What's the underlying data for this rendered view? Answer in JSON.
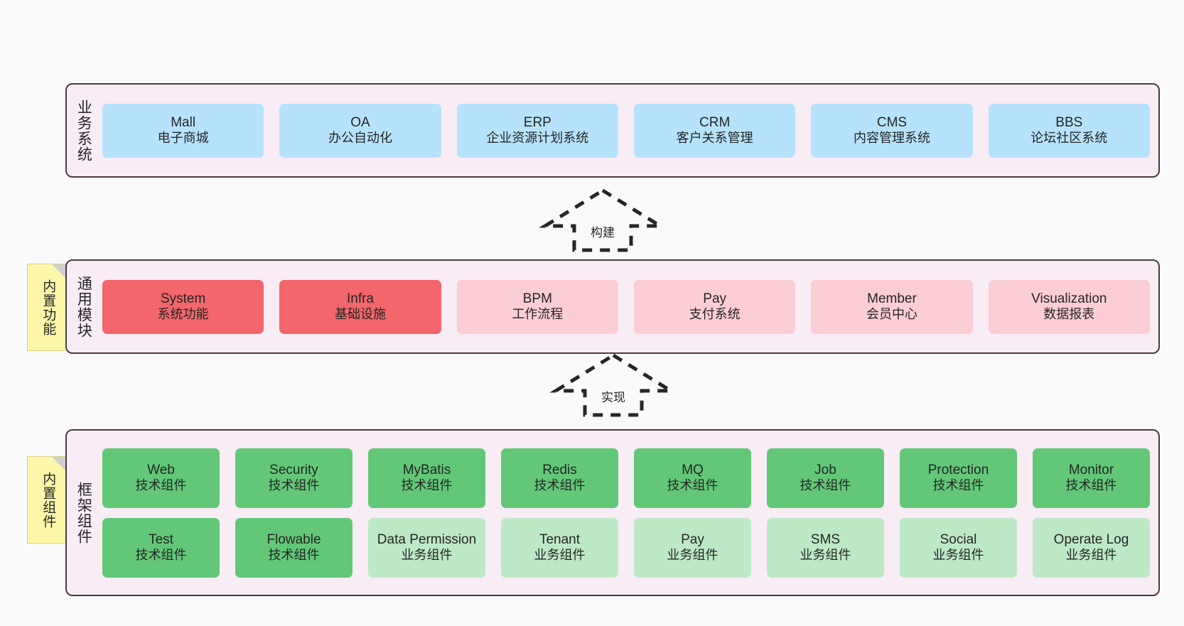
{
  "diagram": {
    "background_color": "#fafafa",
    "layer_fill": "#f8ecf5",
    "layer_border": "#4a3b43",
    "note_fill": "#fcf7a8"
  },
  "layers": [
    {
      "id": "business",
      "title": "业务系统",
      "rows": [
        [
          {
            "en": "Mall",
            "cn": "电子商城",
            "color": "#b6e3fb"
          },
          {
            "en": "OA",
            "cn": "办公自动化",
            "color": "#b6e3fb"
          },
          {
            "en": "ERP",
            "cn": "企业资源计划系统",
            "color": "#b6e3fb"
          },
          {
            "en": "CRM",
            "cn": "客户关系管理",
            "color": "#b6e3fb"
          },
          {
            "en": "CMS",
            "cn": "内容管理系统",
            "color": "#b6e3fb"
          },
          {
            "en": "BBS",
            "cn": "论坛社区系统",
            "color": "#b6e3fb"
          }
        ]
      ]
    },
    {
      "id": "common",
      "title": "通用模块",
      "note": "内置功能",
      "rows": [
        [
          {
            "en": "System",
            "cn": "系统功能",
            "color": "#f2666c"
          },
          {
            "en": "Infra",
            "cn": "基础设施",
            "color": "#f2666c"
          },
          {
            "en": "BPM",
            "cn": "工作流程",
            "color": "#fbcdd5"
          },
          {
            "en": "Pay",
            "cn": "支付系统",
            "color": "#fbcdd5"
          },
          {
            "en": "Member",
            "cn": "会员中心",
            "color": "#fbcdd5"
          },
          {
            "en": "Visualization",
            "cn": "数据报表",
            "color": "#fbcdd5"
          }
        ]
      ]
    },
    {
      "id": "framework",
      "title": "框架组件",
      "note": "内置组件",
      "rows": [
        [
          {
            "en": "Web",
            "cn": "技术组件",
            "color": "#62c878"
          },
          {
            "en": "Security",
            "cn": "技术组件",
            "color": "#62c878"
          },
          {
            "en": "MyBatis",
            "cn": "技术组件",
            "color": "#62c878"
          },
          {
            "en": "Redis",
            "cn": "技术组件",
            "color": "#62c878"
          },
          {
            "en": "MQ",
            "cn": "技术组件",
            "color": "#62c878"
          },
          {
            "en": "Job",
            "cn": "技术组件",
            "color": "#62c878"
          },
          {
            "en": "Protection",
            "cn": "技术组件",
            "color": "#62c878"
          },
          {
            "en": "Monitor",
            "cn": "技术组件",
            "color": "#62c878"
          }
        ],
        [
          {
            "en": "Test",
            "cn": "技术组件",
            "color": "#62c878"
          },
          {
            "en": "Flowable",
            "cn": "技术组件",
            "color": "#62c878"
          },
          {
            "en": "Data Permission",
            "cn": "业务组件",
            "color": "#bde9c6"
          },
          {
            "en": "Tenant",
            "cn": "业务组件",
            "color": "#bde9c6"
          },
          {
            "en": "Pay",
            "cn": "业务组件",
            "color": "#bde9c6"
          },
          {
            "en": "SMS",
            "cn": "业务组件",
            "color": "#bde9c6"
          },
          {
            "en": "Social",
            "cn": "业务组件",
            "color": "#bde9c6"
          },
          {
            "en": "Operate Log",
            "cn": "业务组件",
            "color": "#bde9c6"
          }
        ]
      ]
    }
  ],
  "arrows": [
    {
      "id": "build",
      "label": "构建"
    },
    {
      "id": "impl",
      "label": "实现"
    }
  ]
}
